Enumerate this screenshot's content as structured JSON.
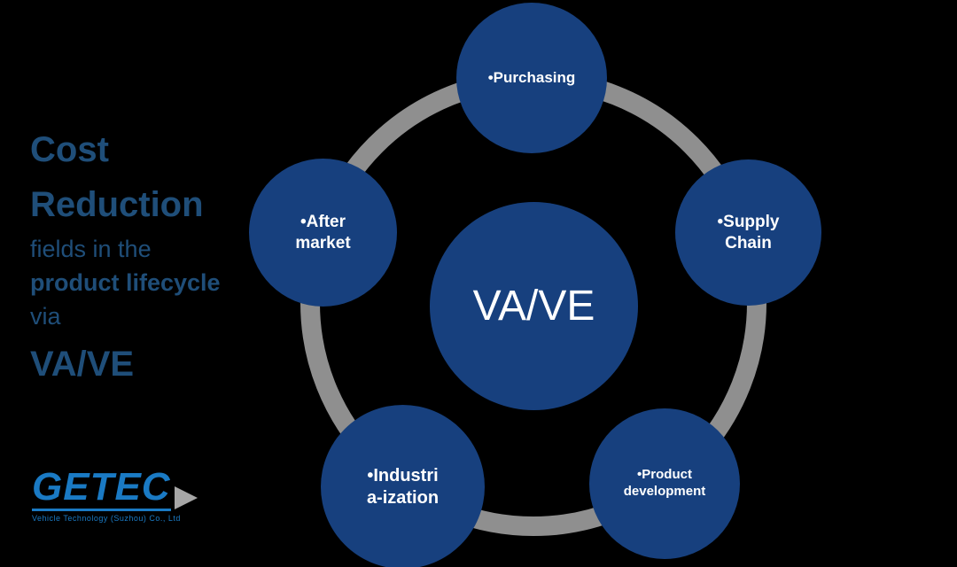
{
  "colors": {
    "background": "#000000",
    "circle_fill": "#17407e",
    "ring_gray": "#8f8f8f",
    "left_text_blue": "#1f4e79",
    "circle_text": "#ffffff",
    "logo_blue": "#1a7ac4",
    "logo_arrow_gray": "#a6a6a6"
  },
  "left_panel": {
    "line1": "Cost",
    "line2": "Reduction",
    "line3": "fields in the",
    "line4": "product lifecycle",
    "line5": "via",
    "line6": "VA/VE"
  },
  "center": {
    "label": "VA/VE"
  },
  "nodes": {
    "purchasing": {
      "line1": "•Purchasing",
      "line2": ""
    },
    "supply_chain": {
      "line1": "•Supply",
      "line2": "Chain"
    },
    "product_development": {
      "line1": "•Product",
      "line2": "development"
    },
    "industrialization": {
      "line1": "•Industri",
      "line2": "a-ization"
    },
    "after_market": {
      "line1": "•After",
      "line2": "market"
    }
  },
  "logo": {
    "text": "GETEC",
    "subtext": "Vehicle Technology (Suzhou) Co., Ltd"
  }
}
